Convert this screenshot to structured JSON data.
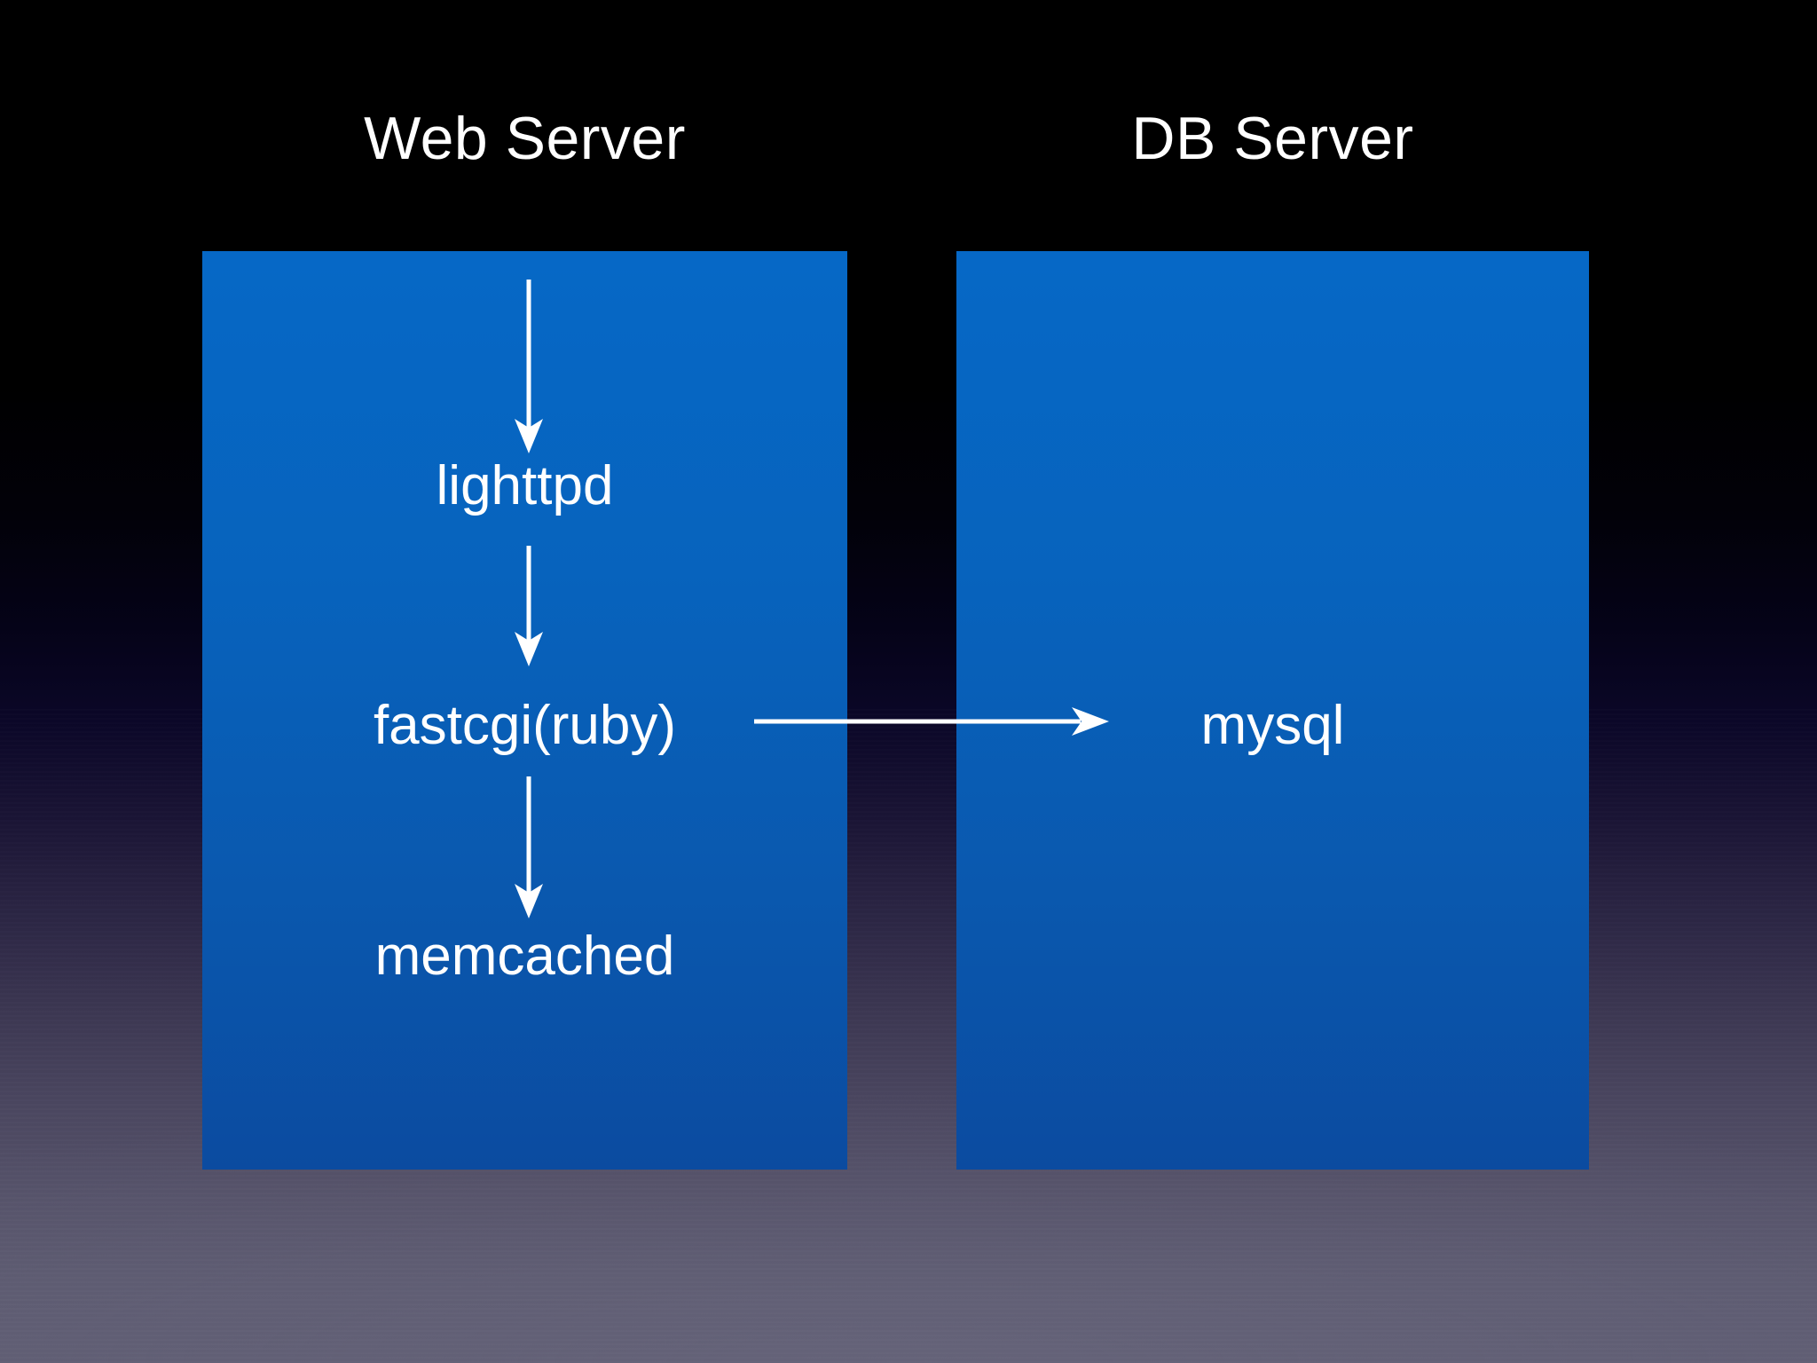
{
  "slide": {
    "background_top_color": "#000000",
    "background_bottom_color": "#5e5c72",
    "box_color": "#0763bd",
    "text_color": "#ffffff"
  },
  "columns": [
    {
      "id": "web-server",
      "title": "Web Server",
      "nodes": [
        "lighttpd",
        "fastcgi(ruby)",
        "memcached"
      ]
    },
    {
      "id": "db-server",
      "title": "DB Server",
      "nodes": [
        "mysql"
      ]
    }
  ],
  "titles": {
    "web_server": "Web Server",
    "db_server": "DB Server"
  },
  "nodes": {
    "lighttpd": "lighttpd",
    "fastcgi": "fastcgi(ruby)",
    "memcached": "memcached",
    "mysql": "mysql"
  },
  "arrows": [
    {
      "id": "incoming-to-lighttpd",
      "from": "",
      "to": "lighttpd",
      "direction": "down"
    },
    {
      "id": "lighttpd-to-fastcgi",
      "from": "lighttpd",
      "to": "fastcgi(ruby)",
      "direction": "down"
    },
    {
      "id": "fastcgi-to-memcached",
      "from": "fastcgi(ruby)",
      "to": "memcached",
      "direction": "down"
    },
    {
      "id": "fastcgi-to-mysql",
      "from": "fastcgi(ruby)",
      "to": "mysql",
      "direction": "right"
    }
  ]
}
